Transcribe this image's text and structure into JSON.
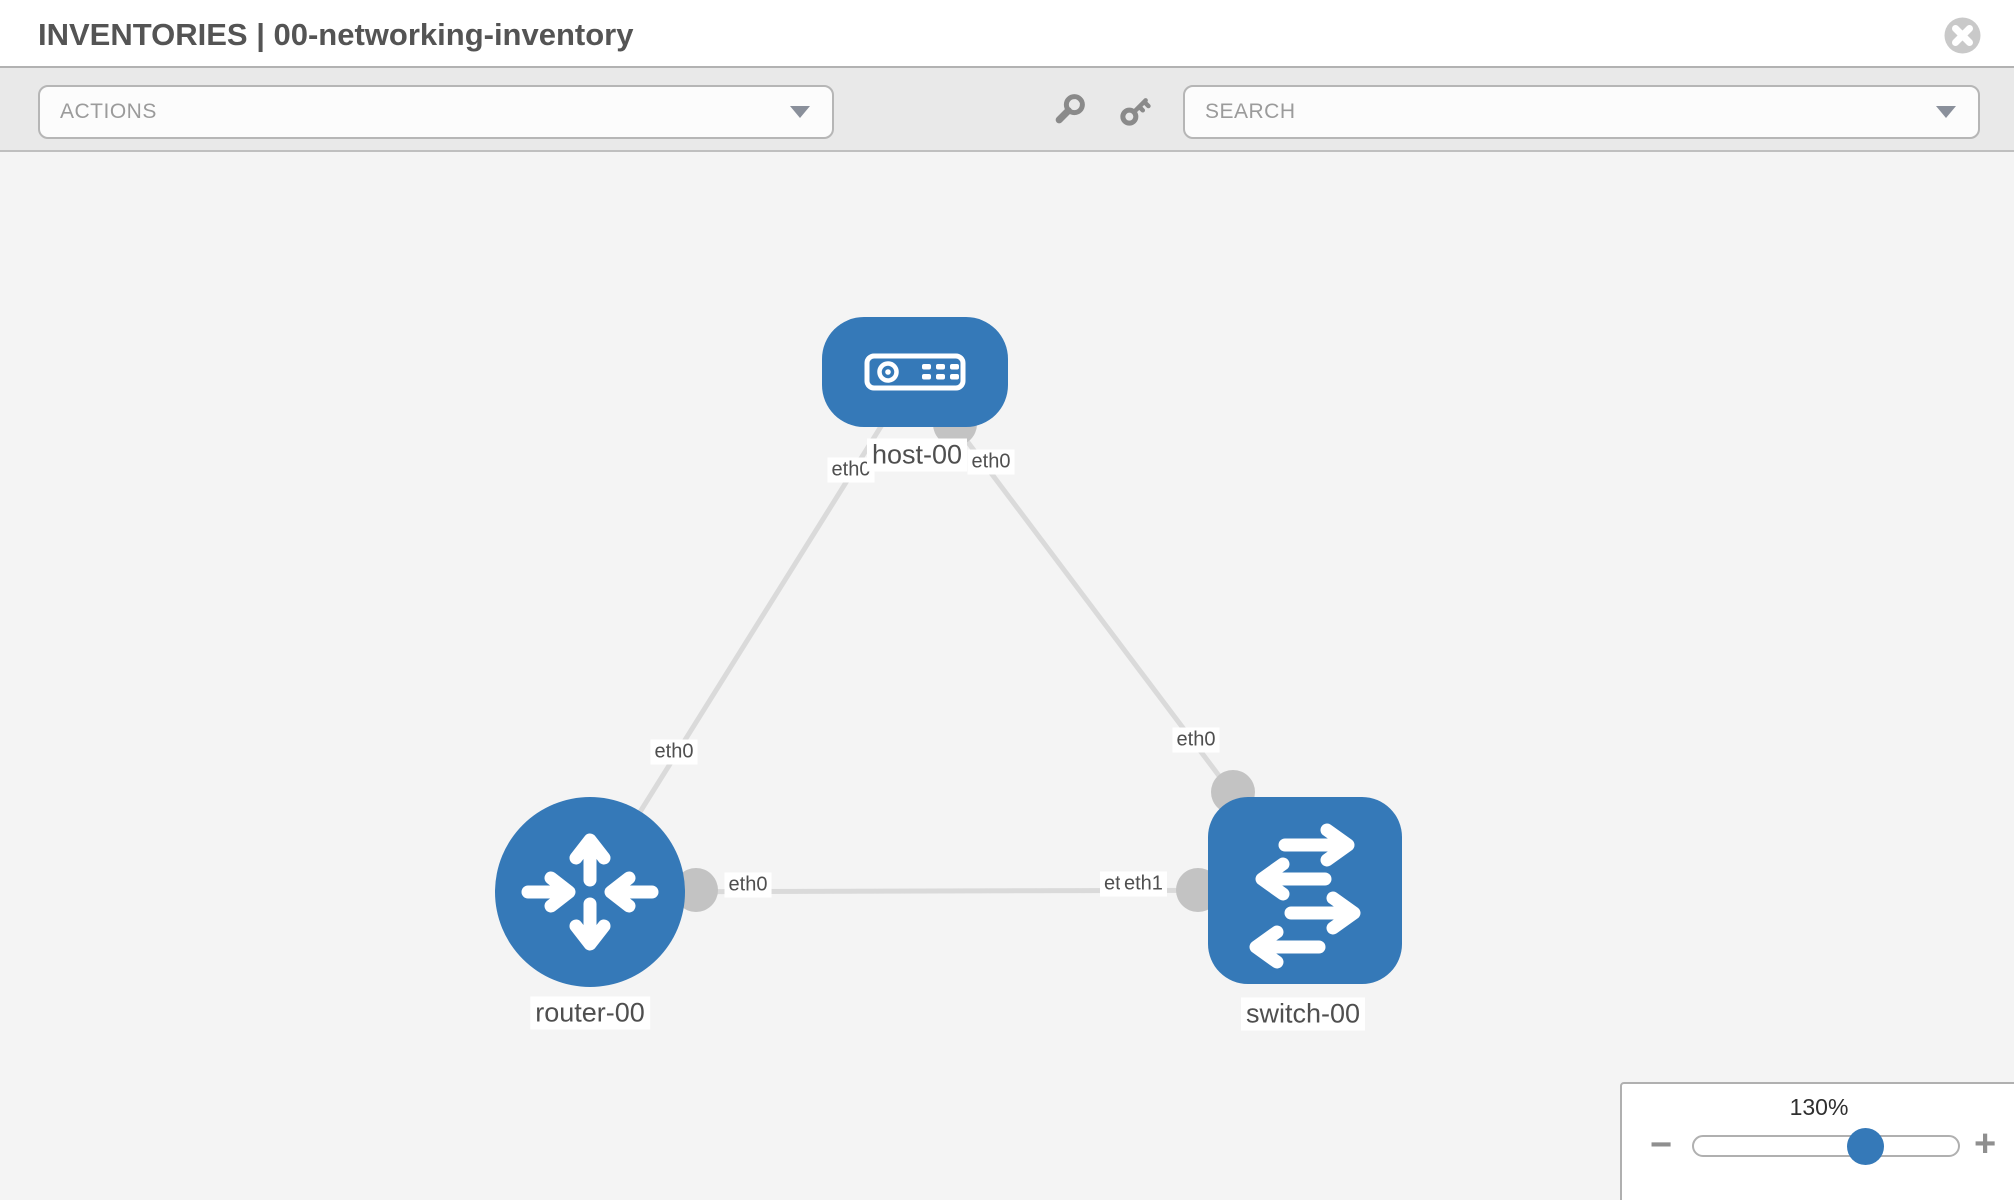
{
  "header": {
    "title": "INVENTORIES | 00-networking-inventory"
  },
  "toolbar": {
    "actions_placeholder": "ACTIONS",
    "search_placeholder": "SEARCH"
  },
  "topology": {
    "nodes": [
      {
        "id": "host-00",
        "type": "host",
        "label": "host-00"
      },
      {
        "id": "router-00",
        "type": "router",
        "label": "router-00"
      },
      {
        "id": "switch-00",
        "type": "switch",
        "label": "switch-00"
      }
    ],
    "links": [
      {
        "source": "host-00",
        "target": "router-00",
        "source_interface": "eth0",
        "target_interface": "eth0"
      },
      {
        "source": "host-00",
        "target": "switch-00",
        "source_interface": "eth0",
        "target_interface": "eth0"
      },
      {
        "source": "router-00",
        "target": "switch-00",
        "source_interface": "eth0",
        "target_interface": "eth1",
        "target_interface_overlapped": "eth1"
      }
    ]
  },
  "zoom_control": {
    "value": "130%",
    "minus_label": "−",
    "plus_label": "+"
  },
  "colors": {
    "node_blue": "#3579b8",
    "link_gray": "#dadada",
    "endpoint_gray": "#c3c3c3",
    "canvas_bg": "#f4f4f4",
    "toolbar_bg": "#e9e9e9"
  }
}
